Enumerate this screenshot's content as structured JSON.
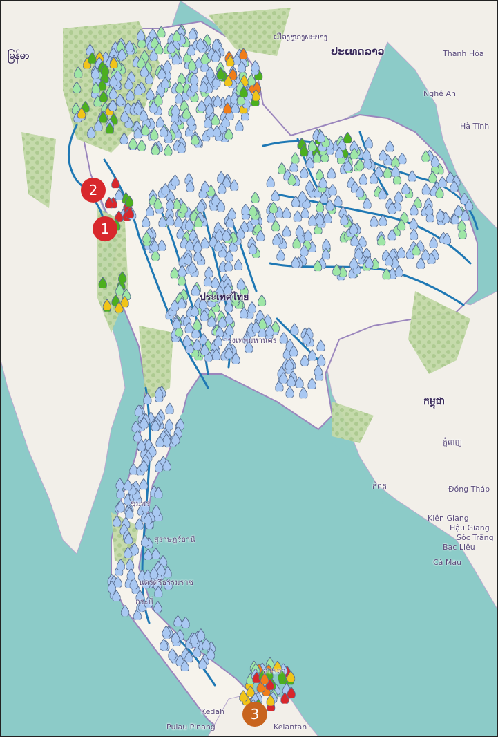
{
  "map": {
    "colors": {
      "sea": "#8ccbc8",
      "land": "#f2efe9",
      "forest": "#b5cf9a",
      "river": "#1f78b4",
      "station_normal": "#a9c8f2",
      "station_light_green": "#9ee6a6",
      "station_green": "#4caf1f",
      "station_yellow": "#f0c419",
      "station_orange": "#f07d1a",
      "station_red": "#d8282c"
    },
    "labels": {
      "myanmar": "မြန်မာ",
      "laos_top": "ເມືອງຫຼວງພະບາງ",
      "laos": "ປະເທດລາວ",
      "nghe_an": "Nghệ An",
      "ha_tinh": "Hà Tĩnh",
      "thanh_hoa": "Thanh Hóa",
      "thailand": "ประเทศไทย",
      "bangkok": "กรุงเทพมหานคร",
      "cambodia": "កម្ពុជា",
      "phnom_penh": "ភ្នំពេញ",
      "kampot": "កំពត",
      "dong_thap": "Đồng Tháp",
      "kien_giang": "Kiên Giang",
      "hau_giang": "Hậu Giang",
      "soc_trang": "Sóc Trăng",
      "bac_lieu": "Bạc Liêu",
      "ca_mau": "Cà Mau",
      "kedah": "Kedah",
      "pulau_pinang": "Pulau Pinang",
      "kelantan": "Kelantan",
      "nakhon_si": "นครศรีธรรมราช",
      "surat": "สุราษฎร์ธานี",
      "chumphon": "ชุมพร",
      "krabi": "กระบี่",
      "songkhla": "สงขลา"
    },
    "markers": [
      {
        "label": "1",
        "color": "#d8282c"
      },
      {
        "label": "2",
        "color": "#d8282c"
      },
      {
        "label": "3",
        "color": "#c8641e"
      }
    ]
  }
}
